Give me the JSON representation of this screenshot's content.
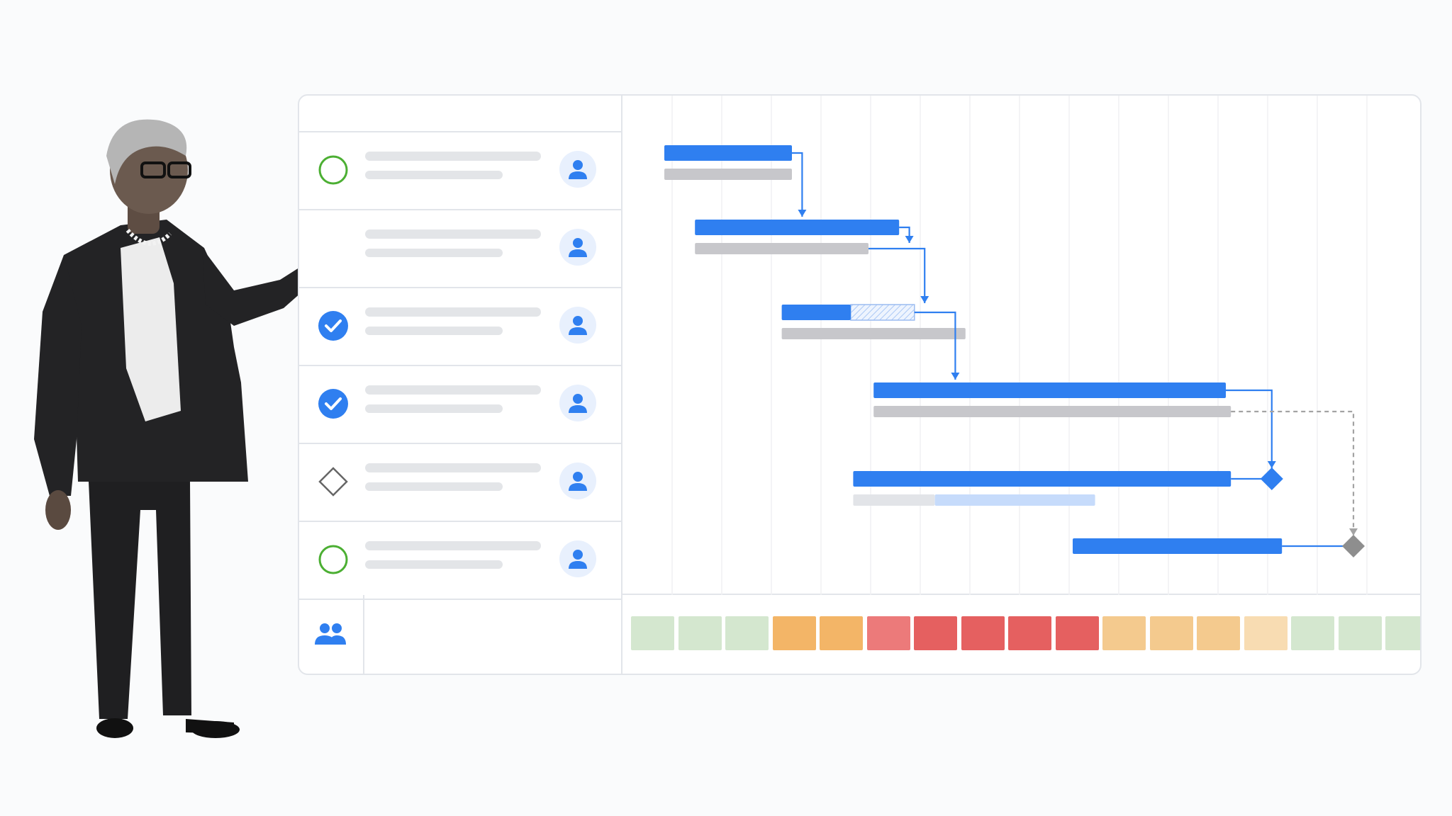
{
  "colors": {
    "accent": "#2f7ff0",
    "not_started": "#4caf33",
    "complete": "#2f7ff0",
    "milestone_empty": "#666666",
    "milestone_future": "#8e8e8e",
    "baseline": "#c7c7cb",
    "heat_green": "#d4e7cf",
    "heat_orange": "#f3b567",
    "heat_red": "#e56060",
    "heat_light_orange": "#f4ca8e",
    "heat_pale": "#f8dcb2"
  },
  "tasks": [
    {
      "status": "not-started-circle-icon"
    },
    {
      "status": "none"
    },
    {
      "status": "check-circle-icon"
    },
    {
      "status": "check-circle-icon"
    },
    {
      "status": "milestone-diamond-icon"
    },
    {
      "status": "not-started-circle-icon"
    }
  ],
  "team_icon": "team-icon",
  "avatar_icon": "user-avatar-icon",
  "chart_data": {
    "type": "gantt",
    "tasks": [
      {
        "start": 1.0,
        "end": 3.5,
        "baseline_start": 1.0,
        "baseline_end": 3.5,
        "row": 0
      },
      {
        "start": 1.6,
        "end": 5.6,
        "baseline_start": 1.6,
        "baseline_end": 5.0,
        "row": 1
      },
      {
        "start": 3.3,
        "end": 5.9,
        "progress": 0.52,
        "baseline_start": 3.3,
        "baseline_end": 6.9,
        "row": 2
      },
      {
        "start": 5.1,
        "end": 12.0,
        "baseline_start": 5.1,
        "baseline_end": 12.1,
        "row": 3
      },
      {
        "start": 4.7,
        "end": 12.1,
        "row": 4
      },
      {
        "start": 9.0,
        "end": 13.1,
        "row": 5
      }
    ],
    "milestones": [
      {
        "at": 12.9,
        "row": 4,
        "style": "solid"
      },
      {
        "at": 14.5,
        "row": 5,
        "style": "gray"
      }
    ],
    "workload": [
      1,
      1,
      1,
      3,
      3,
      4,
      4,
      4,
      4,
      4,
      2,
      2,
      2,
      2,
      1,
      1,
      1
    ]
  }
}
